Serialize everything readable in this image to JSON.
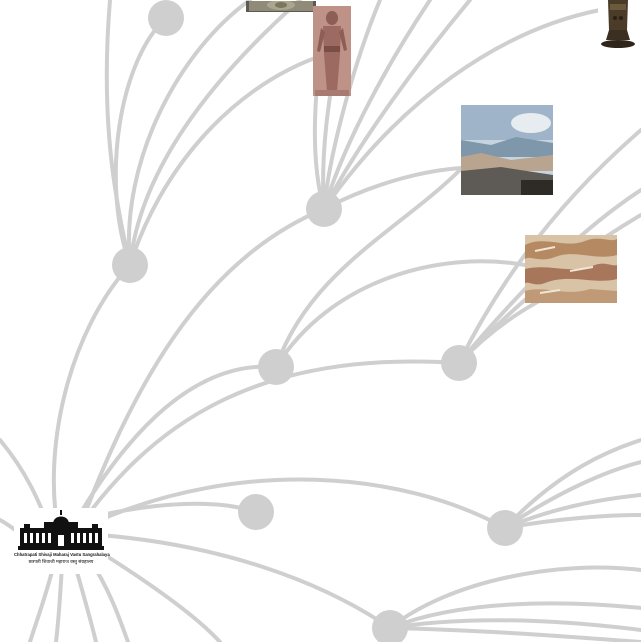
{
  "graph": {
    "root": {
      "name": "Chhatrapati Shivaji Maharaj Vastu Sangrahalaya",
      "caption_en": "Chhatrapati Shivaji Maharaj Vastu Sangrahalaya",
      "caption_mr": "छत्रपती शिवाजी महाराज वस्तु संग्रहालय"
    },
    "thumbnails": [
      {
        "id": "stone-relief-fragment",
        "kind": "artwork"
      },
      {
        "id": "red-sandstone-figure",
        "kind": "artwork"
      },
      {
        "id": "bronze-vessel",
        "kind": "artwork"
      },
      {
        "id": "landscape-painting-blue",
        "kind": "artwork"
      },
      {
        "id": "abstract-painting-ochre",
        "kind": "artwork"
      }
    ],
    "colors": {
      "edge": "#cfcfcf",
      "node": "#cfcfcf",
      "background": "#ffffff"
    }
  }
}
